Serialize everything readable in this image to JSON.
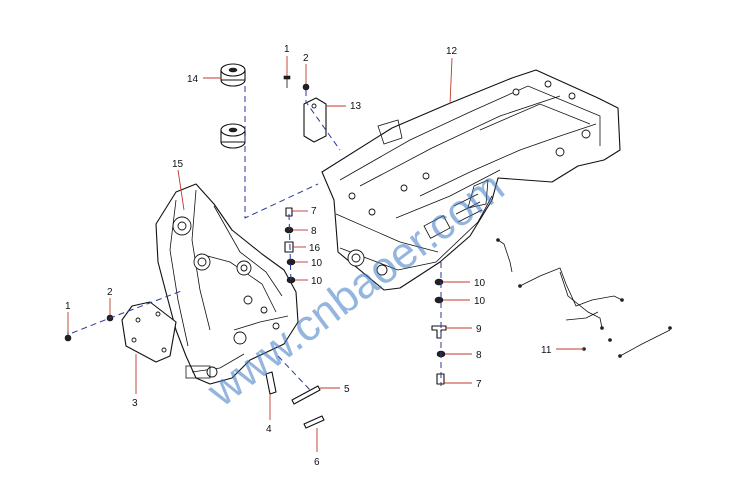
{
  "callouts": [
    {
      "id": "c-1a",
      "label": "1"
    },
    {
      "id": "c-2a",
      "label": "2"
    },
    {
      "id": "c-14",
      "label": "14"
    },
    {
      "id": "c-13",
      "label": "13"
    },
    {
      "id": "c-12",
      "label": "12"
    },
    {
      "id": "c-15",
      "label": "15"
    },
    {
      "id": "c-7a",
      "label": "7"
    },
    {
      "id": "c-8a",
      "label": "8"
    },
    {
      "id": "c-16",
      "label": "16"
    },
    {
      "id": "c-10a",
      "label": "10"
    },
    {
      "id": "c-10b",
      "label": "10"
    },
    {
      "id": "c-10c",
      "label": "10"
    },
    {
      "id": "c-10d",
      "label": "10"
    },
    {
      "id": "c-9",
      "label": "9"
    },
    {
      "id": "c-8b",
      "label": "8"
    },
    {
      "id": "c-7b",
      "label": "7"
    },
    {
      "id": "c-11",
      "label": "11"
    },
    {
      "id": "c-1b",
      "label": "1"
    },
    {
      "id": "c-2b",
      "label": "2"
    },
    {
      "id": "c-3",
      "label": "3"
    },
    {
      "id": "c-4",
      "label": "4"
    },
    {
      "id": "c-5",
      "label": "5"
    },
    {
      "id": "c-6",
      "label": "6"
    }
  ],
  "watermark": "www.cnbaoer.com",
  "colors": {
    "leader": "#c0392b",
    "assembly_line": "#2b3a9a",
    "watermark": "#3a78c2"
  }
}
